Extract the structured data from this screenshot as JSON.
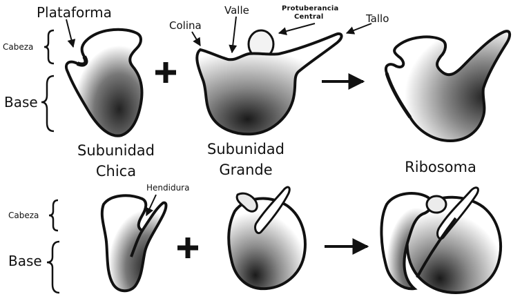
{
  "figure": {
    "top_row": {
      "plataforma": "Plataforma",
      "cabeza": "Cabeza",
      "base": "Base",
      "colina": "Colina",
      "valle": "Valle",
      "protuberancia_line1": "Protuberancia",
      "protuberancia_line2": "Central",
      "tallo": "Tallo"
    },
    "captions": {
      "small_line1": "Subunidad",
      "small_line2": "Chica",
      "large_line1": "Subunidad",
      "large_line2": "Grande",
      "ribosome": "Ribosoma"
    },
    "bottom_row": {
      "hendidura": "Hendidura",
      "cabeza": "Cabeza",
      "base": "Base"
    },
    "operators": {
      "plus": "+",
      "arrow": "→"
    }
  }
}
